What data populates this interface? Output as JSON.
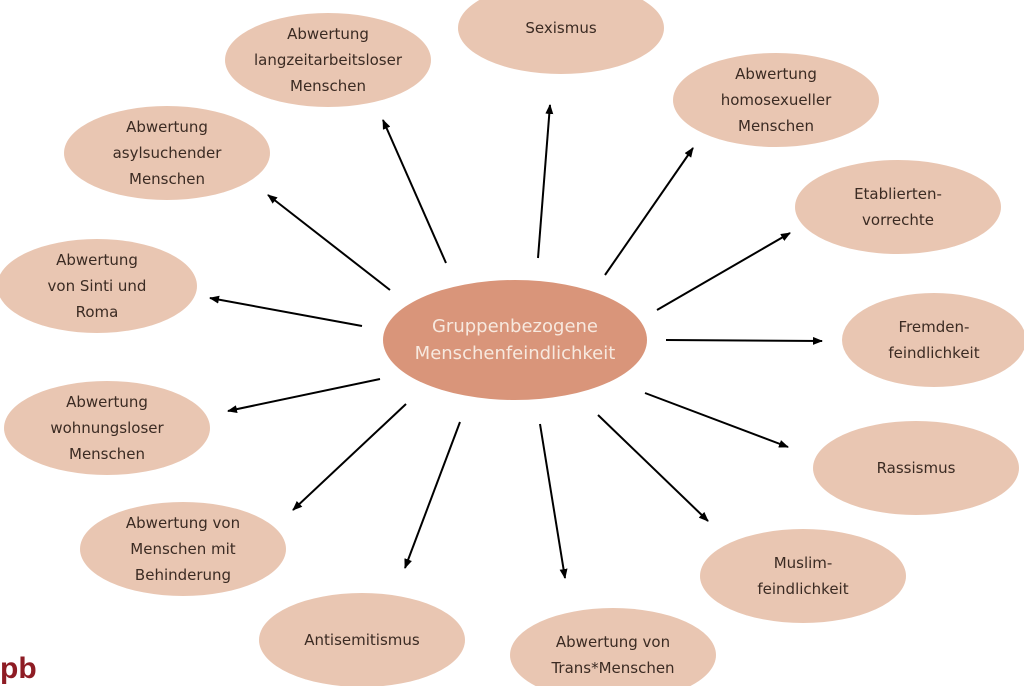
{
  "center": {
    "lines": [
      "Gruppenbezogene",
      "Menschenfeindlichkeit"
    ]
  },
  "nodes": [
    {
      "id": "sexismus",
      "lines": [
        "Sexismus"
      ]
    },
    {
      "id": "langzeitarbeitslose",
      "lines": [
        "Abwertung",
        "langzeitarbeitsloser",
        "Menschen"
      ]
    },
    {
      "id": "homosexuelle",
      "lines": [
        "Abwertung",
        "homosexueller",
        "Menschen"
      ]
    },
    {
      "id": "asylsuchende",
      "lines": [
        "Abwertung",
        "asylsuchender",
        "Menschen"
      ]
    },
    {
      "id": "etabliertenvorrechte",
      "lines": [
        "Etablierten-",
        "vorrechte"
      ]
    },
    {
      "id": "sinti-roma",
      "lines": [
        "Abwertung",
        "von Sinti und",
        "Roma"
      ]
    },
    {
      "id": "fremdenfeindlichkeit",
      "lines": [
        "Fremden-",
        "feindlichkeit"
      ]
    },
    {
      "id": "wohnungslose",
      "lines": [
        "Abwertung",
        "wohnungsloser",
        "Menschen"
      ]
    },
    {
      "id": "rassismus",
      "lines": [
        "Rassismus"
      ]
    },
    {
      "id": "behinderung",
      "lines": [
        "Abwertung von",
        "Menschen mit",
        "Behinderung"
      ]
    },
    {
      "id": "muslimfeindlichkeit",
      "lines": [
        "Muslim-",
        "feindlichkeit"
      ]
    },
    {
      "id": "antisemitismus",
      "lines": [
        "Antisemitismus"
      ]
    },
    {
      "id": "trans",
      "lines": [
        "Abwertung von",
        "Trans*Menschen"
      ]
    }
  ],
  "logo": "pb",
  "colors": {
    "center_fill": "#d9957a",
    "node_fill": "#e9c6b2",
    "arrow": "#000000",
    "logo": "#8e1c24"
  }
}
